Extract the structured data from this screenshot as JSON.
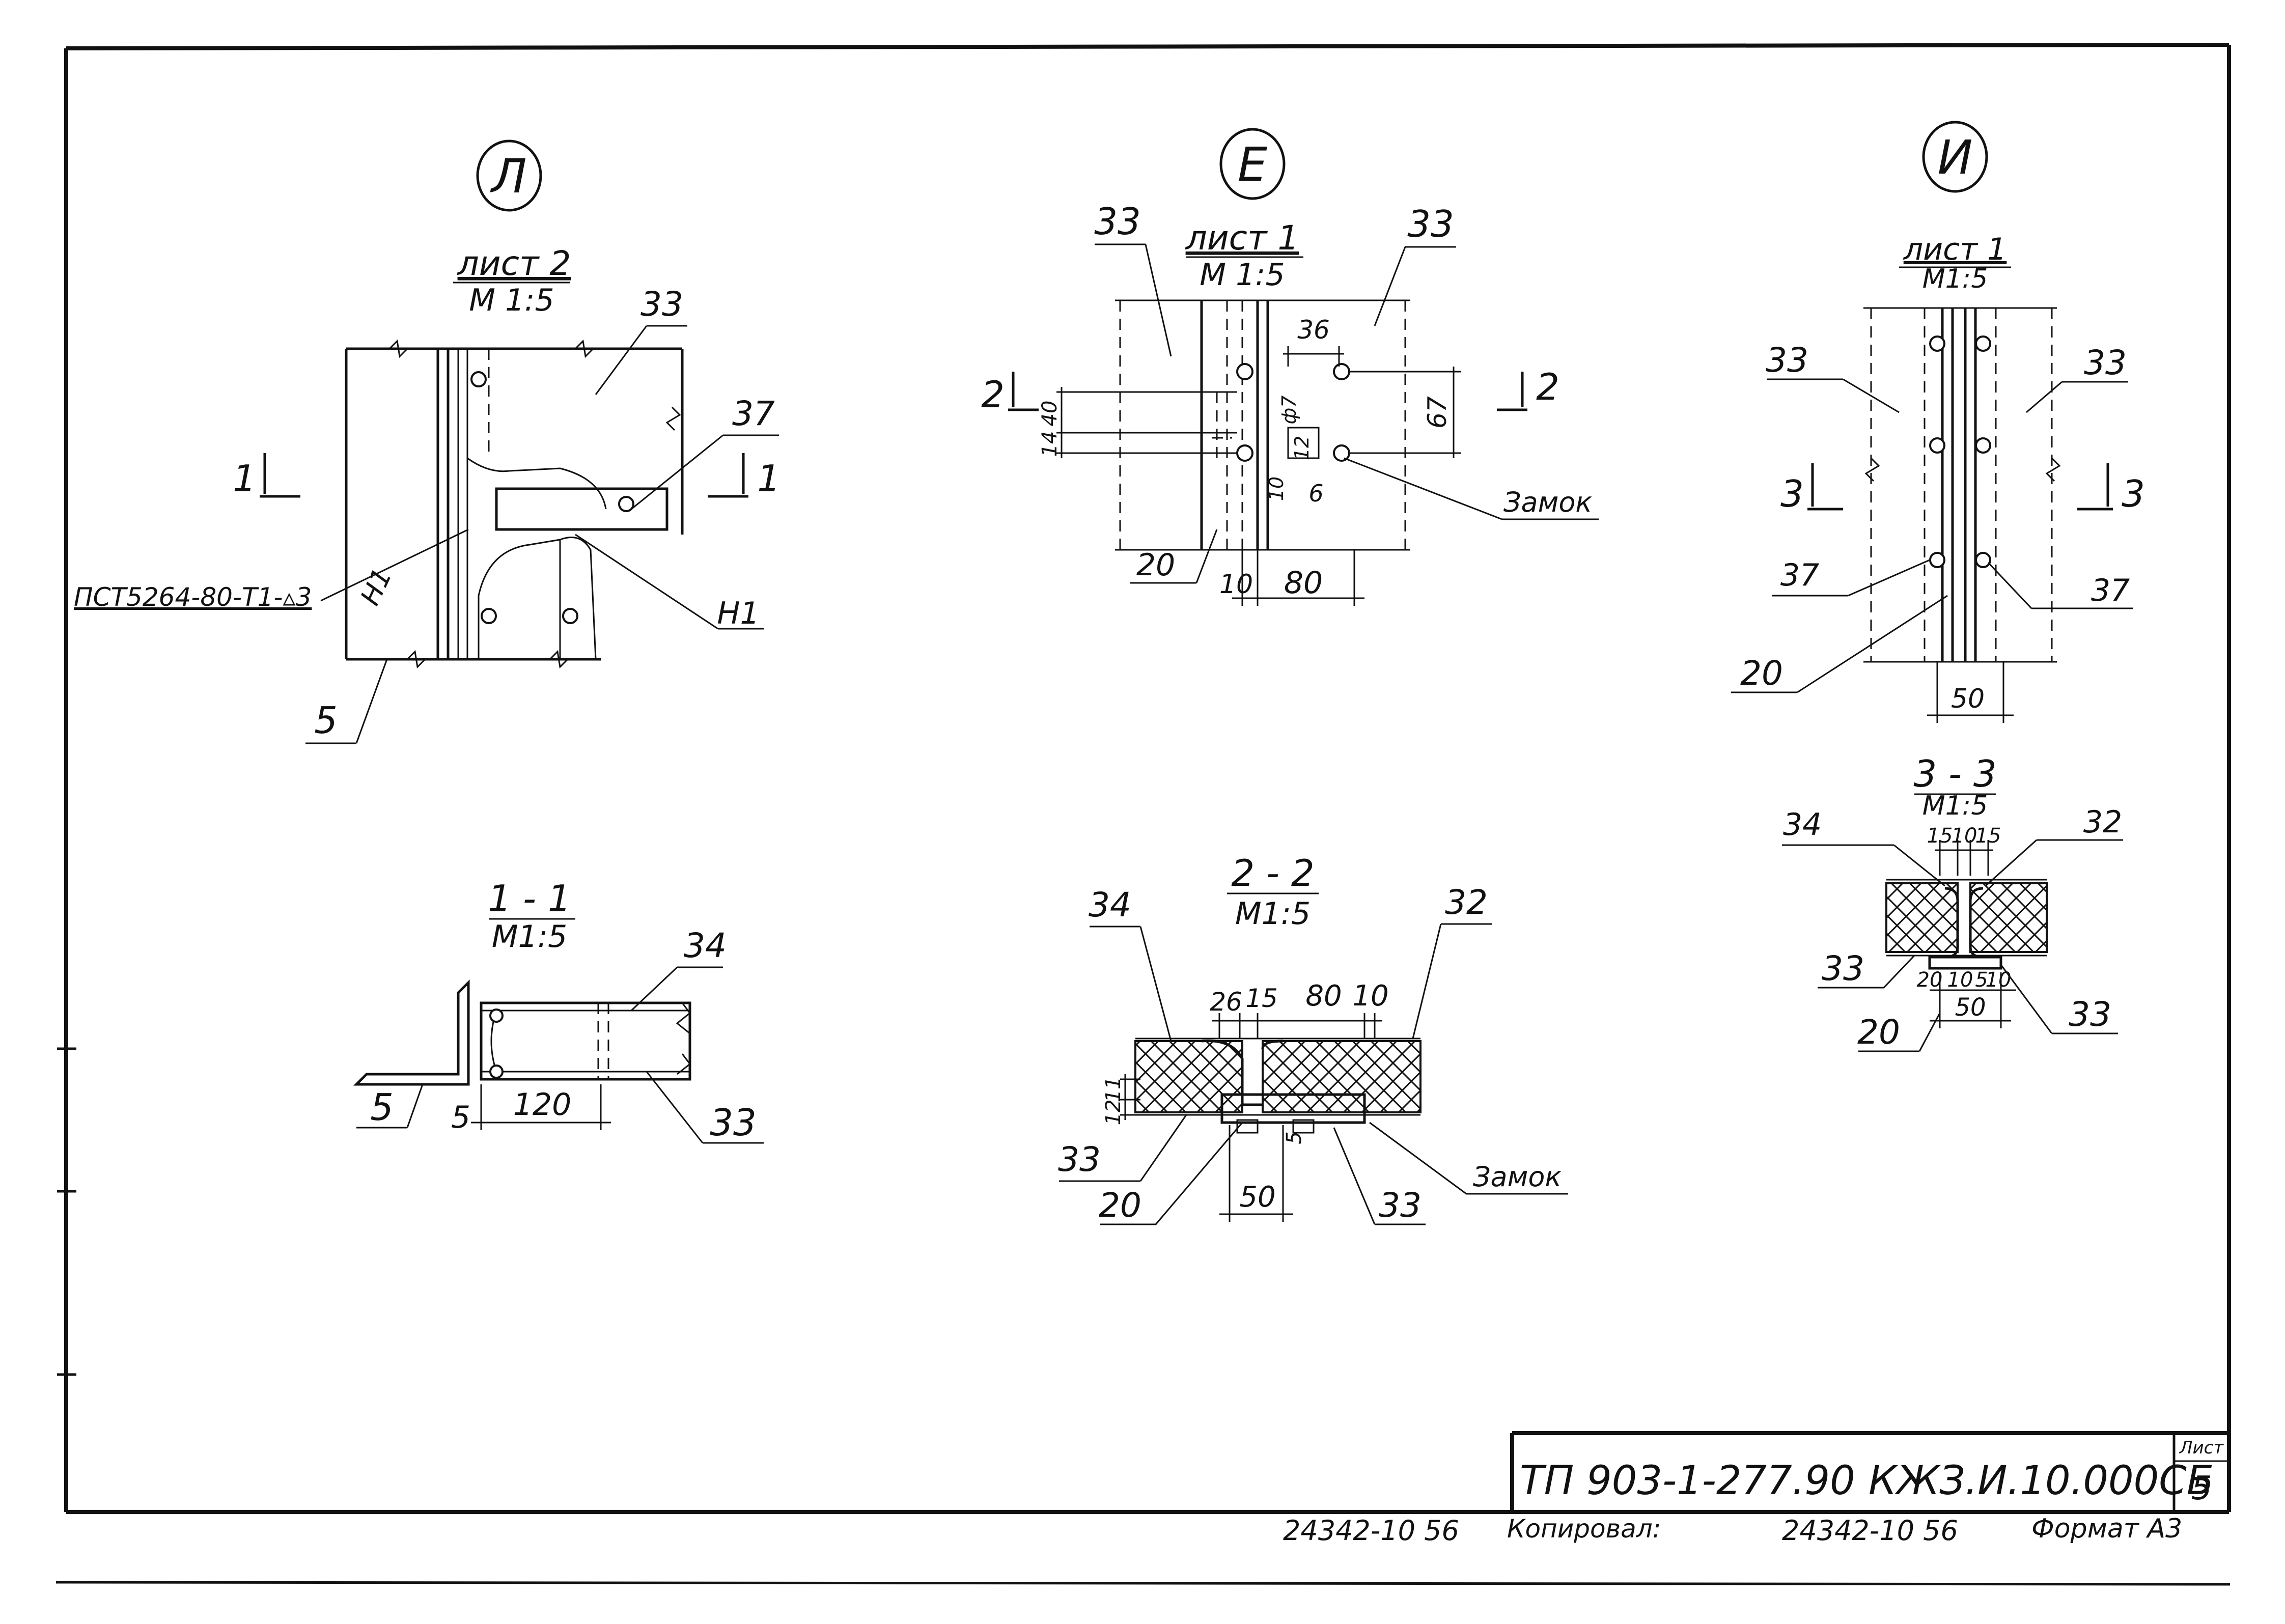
{
  "views": {
    "L": {
      "badge": "Л",
      "sheet": "лист 2",
      "scale": "М 1:5",
      "labels": {
        "p33": "33",
        "p37": "37",
        "p5": "5",
        "n1a": "Н1",
        "n1b": "Н1",
        "weld": "ПСТ5264-80-Т1-▵3",
        "cut1a": "1",
        "cut1b": "1"
      }
    },
    "E": {
      "badge": "Е",
      "sheet": "лист 1",
      "scale": "М 1:5",
      "labels": {
        "p33a": "33",
        "p33b": "33",
        "p20": "20",
        "lock": "Замок",
        "cut2a": "2",
        "cut2b": "2",
        "d36": "36",
        "d67": "67",
        "d40": "40",
        "d14": "14",
        "d7": "ф7",
        "d12": "12",
        "d10v": "10",
        "d6": "6",
        "d10": "10",
        "d80": "80"
      }
    },
    "I": {
      "badge": "И",
      "sheet": "лист 1",
      "scale": "М1:5",
      "labels": {
        "p33a": "33",
        "p33b": "33",
        "p37a": "37",
        "p37b": "37",
        "p20": "20",
        "cut3a": "3",
        "cut3b": "3",
        "d50": "50"
      }
    }
  },
  "sections": {
    "s11": {
      "title": "1 - 1",
      "scale": "М1:5",
      "labels": {
        "p34": "34",
        "p5": "5",
        "p33": "33",
        "d5": "5",
        "d120": "120"
      }
    },
    "s22": {
      "title": "2 - 2",
      "scale": "М1:5",
      "labels": {
        "p34": "34",
        "p32": "32",
        "p33a": "33",
        "p33b": "33",
        "p20": "20",
        "lock": "Замок",
        "d26": "26",
        "d15": "15",
        "d80": "80",
        "d10": "10",
        "d12": "12",
        "d11": "11",
        "d5": "5",
        "d50": "50"
      }
    },
    "s33": {
      "title": "3 - 3",
      "scale": "М1:5",
      "labels": {
        "p34": "34",
        "p32": "32",
        "p33a": "33",
        "p33b": "33",
        "p20": "20",
        "d15a": "15",
        "d10": "10",
        "d15b": "15",
        "d20": "20",
        "d10b": "10",
        "d5": "5",
        "d10c": "10",
        "d50": "50"
      }
    }
  },
  "title_block": {
    "doc_code": "ТП 903-1-277.90",
    "drawing_code": "КЖЗ.И.10.000СБ",
    "sheet_label": "Лист",
    "sheet_no": "5"
  },
  "footer": {
    "inv_left": "24342-10   56",
    "copied": "Копировал:",
    "inv_right": "24342-10   56",
    "format": "Формат А3"
  }
}
